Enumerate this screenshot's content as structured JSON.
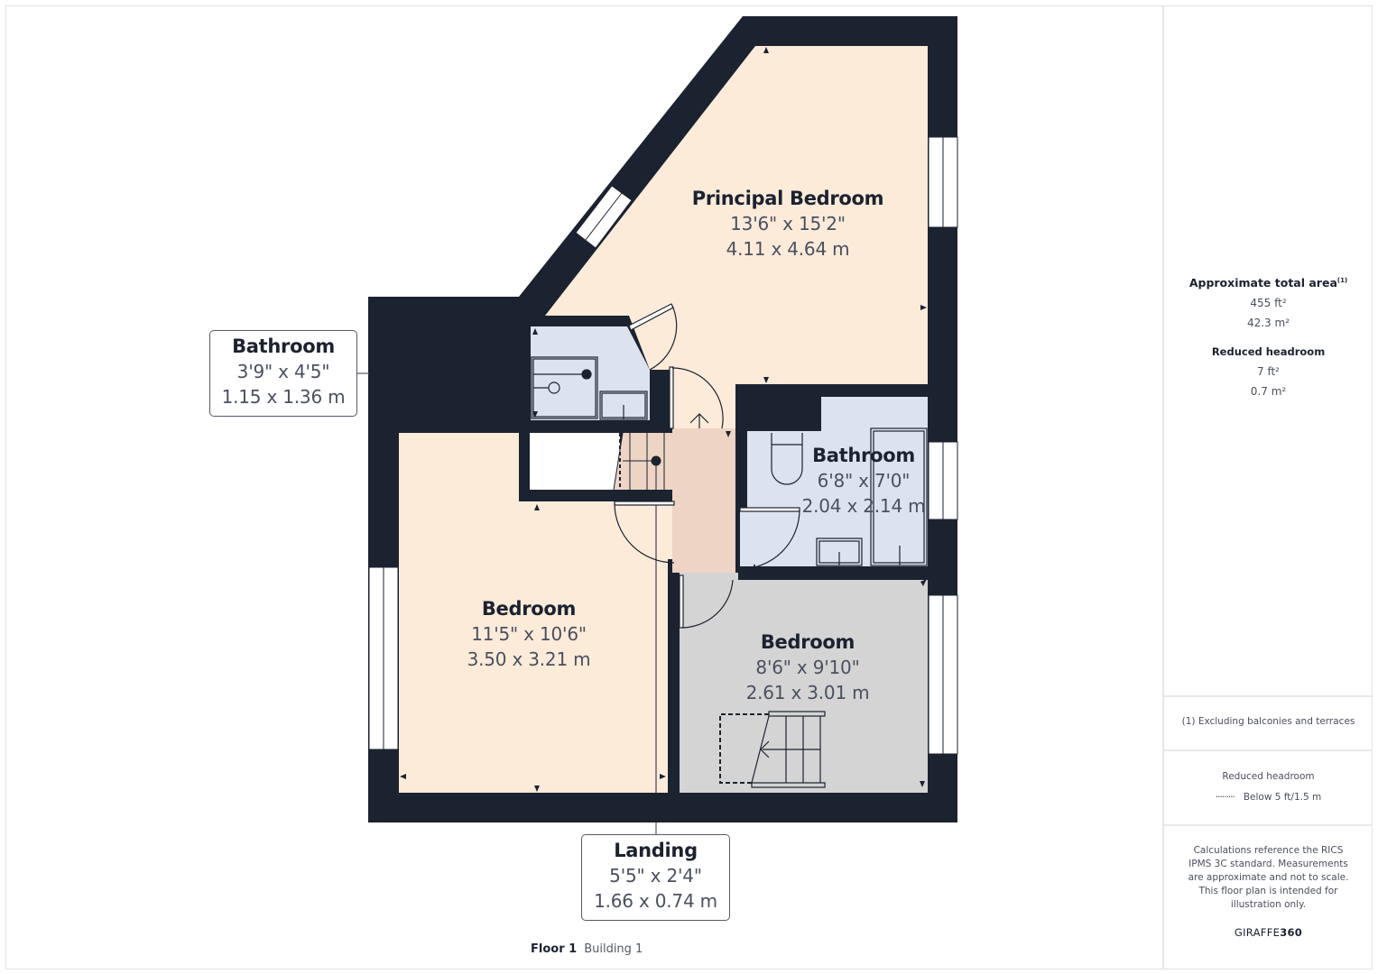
{
  "rooms": {
    "principal_bedroom": {
      "name": "Principal Bedroom",
      "imperial": "13'6\" x 15'2\"",
      "metric": "4.11 x 4.64 m"
    },
    "bathroom_main": {
      "name": "Bathroom",
      "imperial": "6'8\" x 7'0\"",
      "metric": "2.04 x 2.14 m"
    },
    "bedroom_left": {
      "name": "Bedroom",
      "imperial": "11'5\" x 10'6\"",
      "metric": "3.50 x 3.21 m"
    },
    "bedroom_right": {
      "name": "Bedroom",
      "imperial": "8'6\" x 9'10\"",
      "metric": "2.61 x 3.01 m"
    }
  },
  "callouts": {
    "ensuite_bathroom": {
      "name": "Bathroom",
      "imperial": "3'9\" x 4'5\"",
      "metric": "1.15 x 1.36 m"
    },
    "landing": {
      "name": "Landing",
      "imperial": "5'5\" x 2'4\"",
      "metric": "1.66 x 0.74 m"
    }
  },
  "footer": {
    "floor": "Floor 1",
    "building": "Building 1"
  },
  "panel": {
    "total_area_title": "Approximate total area",
    "total_area_sup": "(1)",
    "total_area_ft": "455 ft²",
    "total_area_m": "42.3 m²",
    "reduced_title": "Reduced headroom",
    "reduced_ft": "7 ft²",
    "reduced_m": "0.7 m²",
    "footnote": "(1) Excluding balconies and terraces",
    "legend_title": "Reduced headroom",
    "legend_line": "·········",
    "legend_text": "Below 5 ft/1.5 m",
    "disclaimer": "Calculations reference the RICS IPMS 3C standard. Measurements are approximate and not to scale. This floor plan is intended for illustration only.",
    "brand_light": "GIRAFFE",
    "brand_bold": "360"
  },
  "colors": {
    "wall": "#1b2230",
    "bedroom_fill": "#fdebd9",
    "bathroom_fill": "#dde3ee",
    "landing_fill": "#eed4c4",
    "bedroom2_fill": "#d4d4d4"
  }
}
